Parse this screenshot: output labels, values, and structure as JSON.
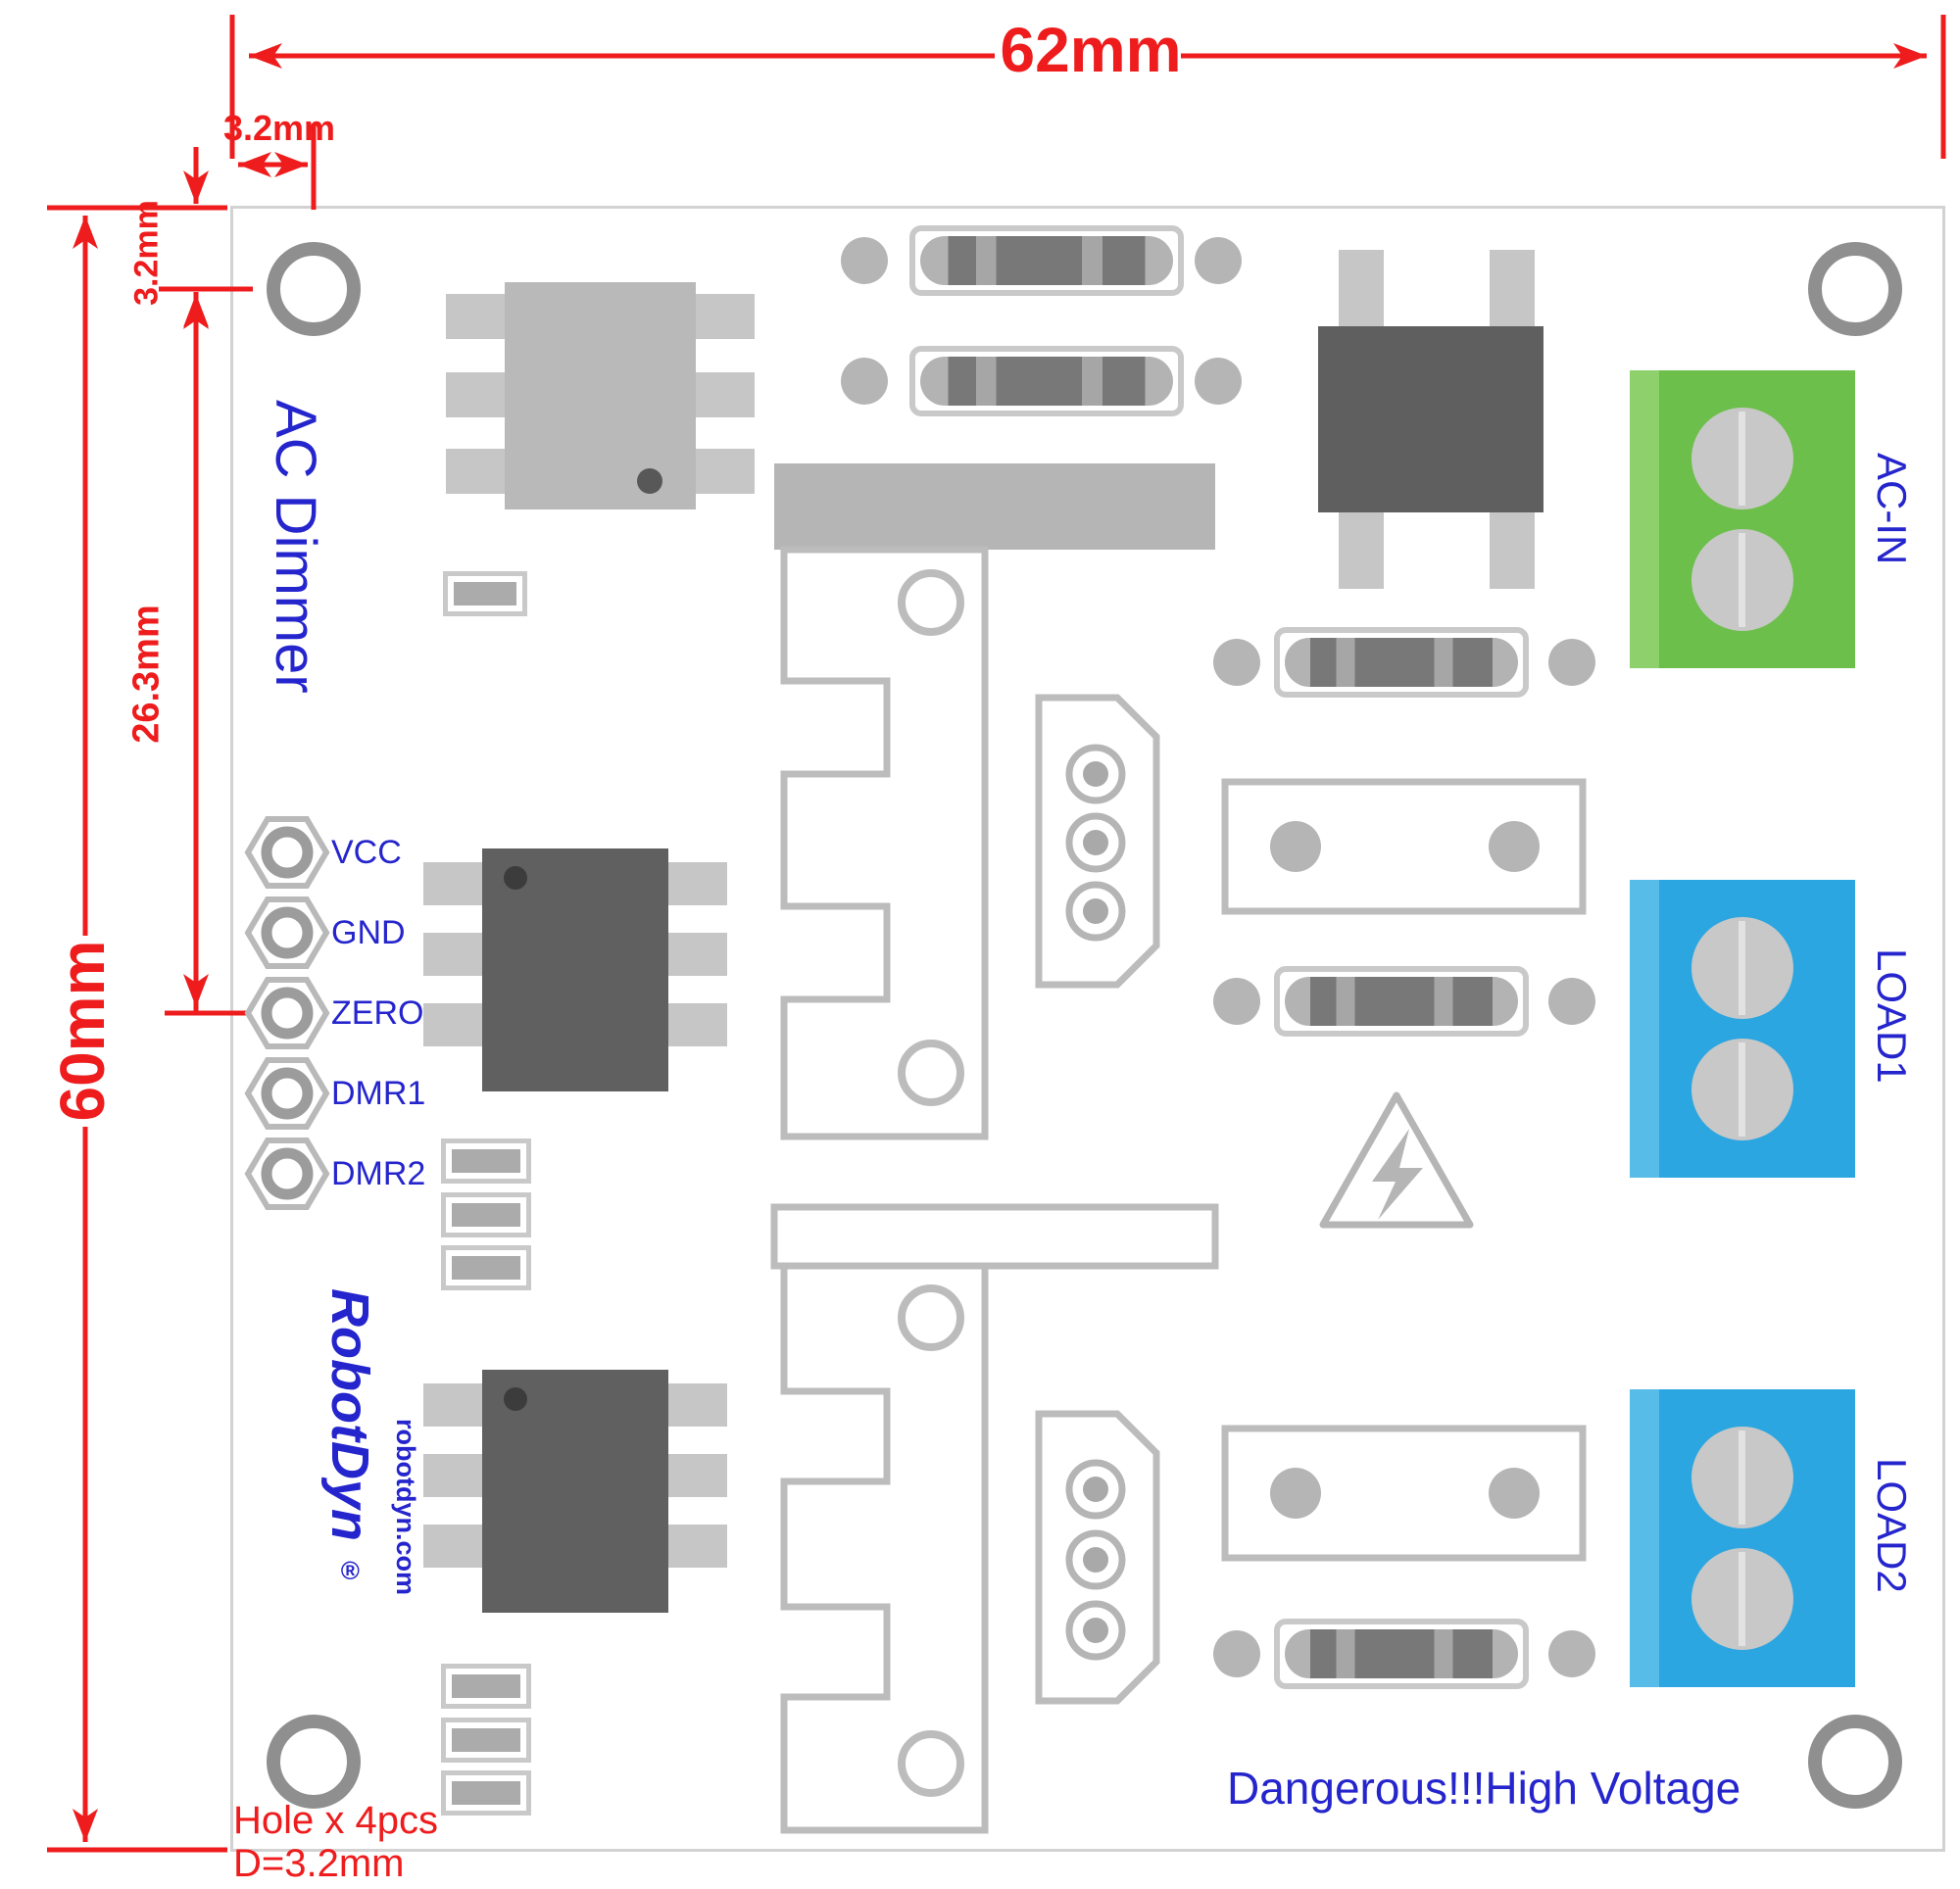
{
  "annotations": {
    "board_width": "62mm",
    "hole_offset_horizontal": "3.2mm",
    "hole_offset_vertical": "3.2mm",
    "header_offset": "26.3mm",
    "board_height": "60mm",
    "hole_note_line1": "Hole x 4pcs",
    "hole_note_line2": "D=3.2mm",
    "dimension_color": "#ee1c1c"
  },
  "silkscreen": {
    "title": "AC Dimmer",
    "logo_text": "RobotDyn",
    "logo_registered": "®",
    "logo_website": "robotdyn.com",
    "warning_text": "Dangerous!!!High Voltage",
    "text_color": "#2525cd"
  },
  "header_pins": [
    {
      "label": "VCC"
    },
    {
      "label": "GND"
    },
    {
      "label": "ZERO"
    },
    {
      "label": "DMR1"
    },
    {
      "label": "DMR2"
    }
  ],
  "terminals": [
    {
      "label": "AC-IN",
      "color": "#6dbf4b"
    },
    {
      "label": "LOAD1",
      "color": "#2ba6e0"
    },
    {
      "label": "LOAD2",
      "color": "#2ba6e0"
    }
  ],
  "icons": {
    "high_voltage_warning": "lightning-triangle-icon"
  }
}
